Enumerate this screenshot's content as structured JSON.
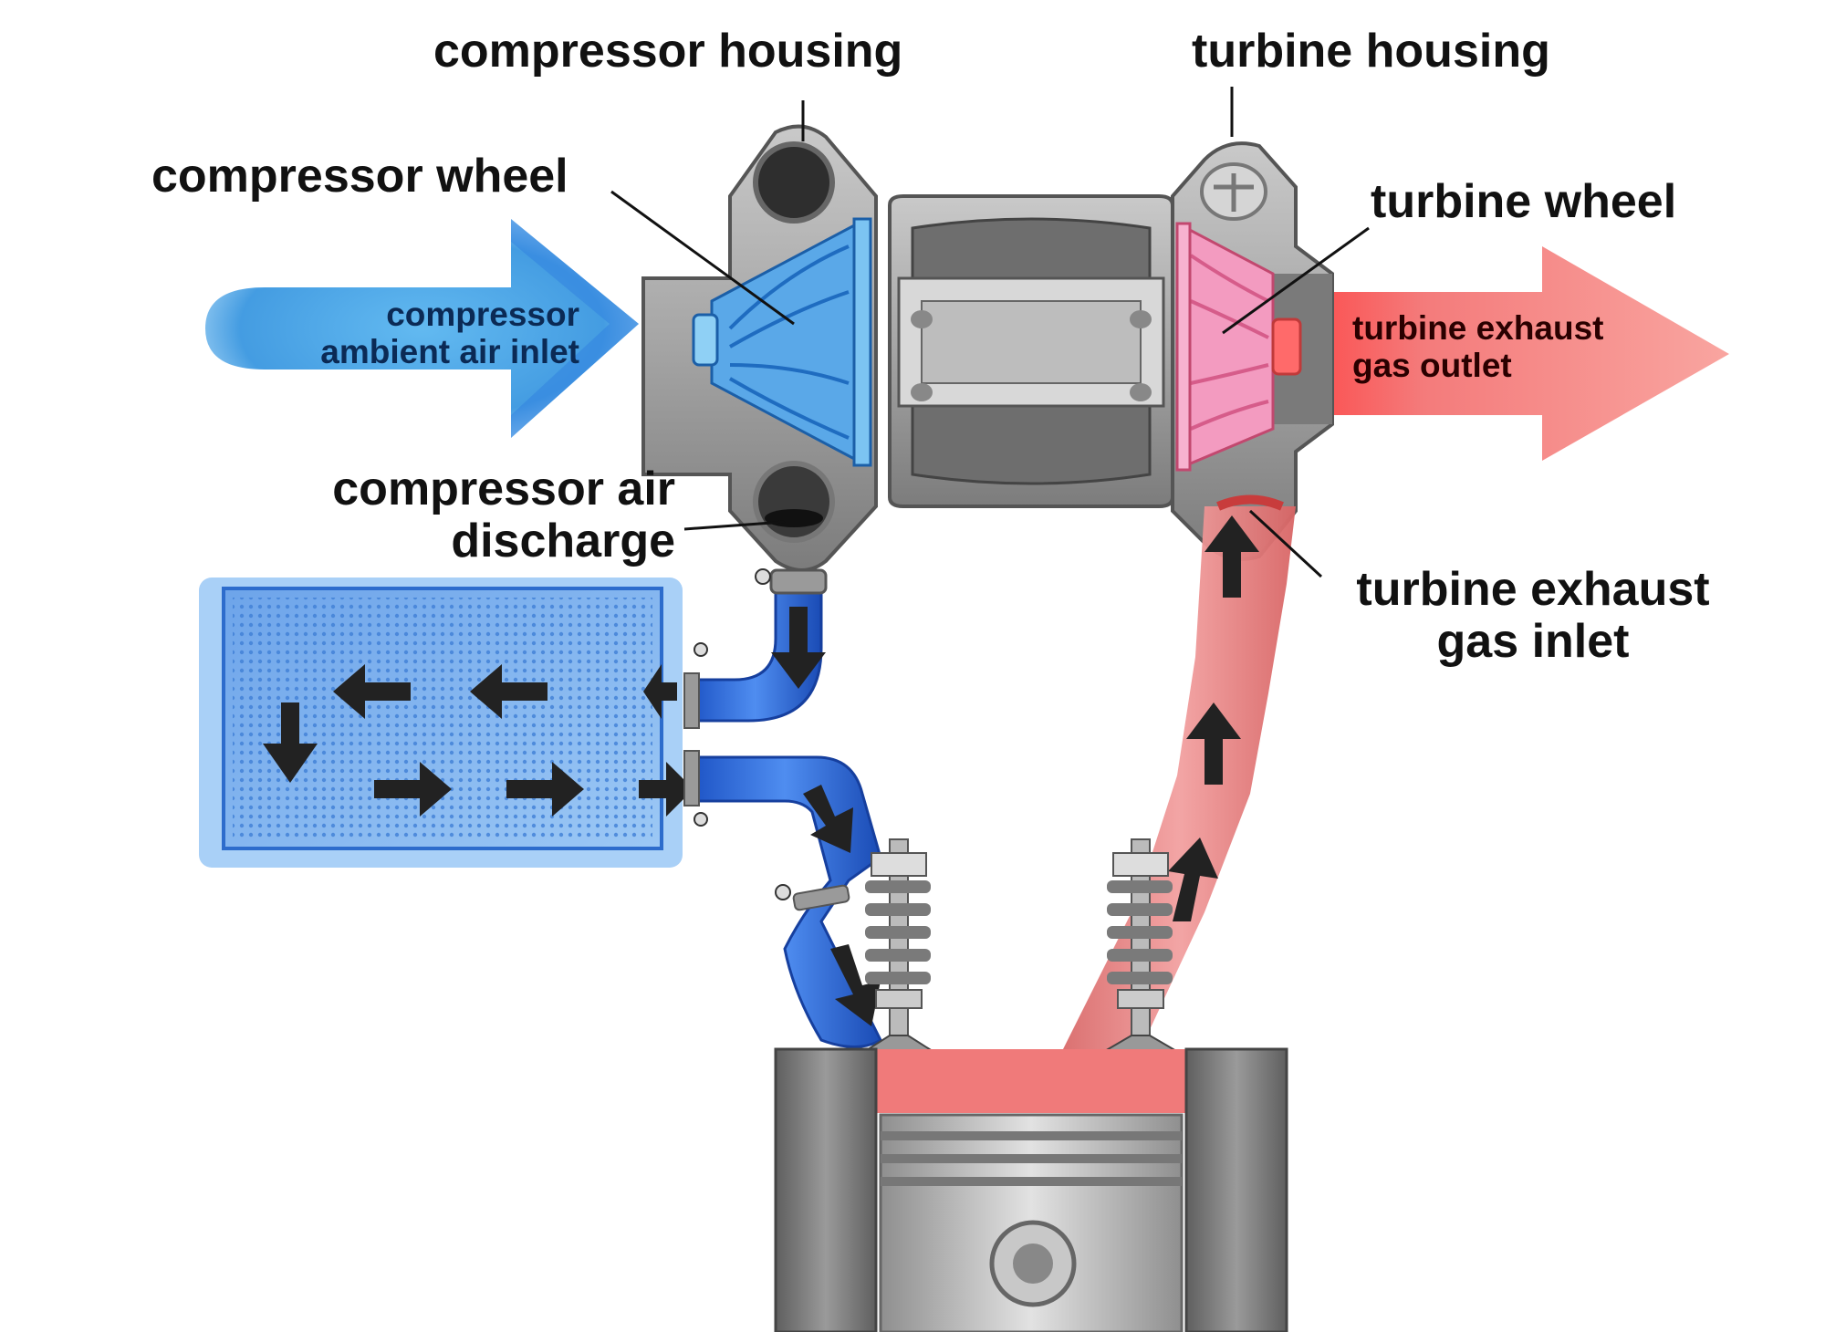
{
  "labels": {
    "compressor_housing": "compressor housing",
    "turbine_housing": "turbine housing",
    "compressor_wheel": "compressor wheel",
    "turbine_wheel": "turbine wheel",
    "inlet_line1": "compressor",
    "inlet_line2": "ambient air inlet",
    "outlet_line1": "turbine exhaust",
    "outlet_line2": "gas outlet",
    "discharge_line1": "compressor air",
    "discharge_line2": "discharge",
    "exhaust_inlet_line1": "turbine exhaust",
    "exhaust_inlet_line2": "gas inlet"
  },
  "colors": {
    "cold_air": "#2f7fe0",
    "hot_gas": "#f07a7a",
    "metal": "#9a9a9a",
    "intercooler": "#7fb2ee",
    "arrow": "#222222"
  }
}
